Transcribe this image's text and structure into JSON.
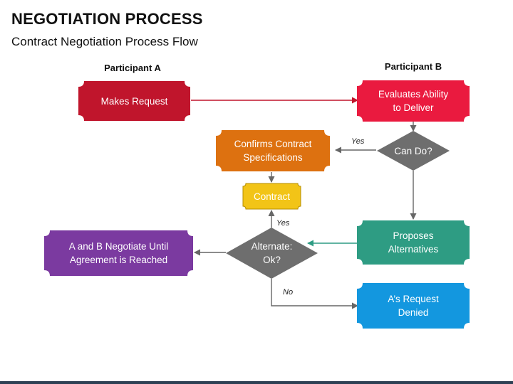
{
  "title": "NEGOTIATION PROCESS",
  "subtitle": "Contract Negotiation Process Flow",
  "columns": {
    "a": "Participant A",
    "b": "Participant B"
  },
  "nodes": {
    "makes_request": "Makes Request",
    "evaluates_line1": "Evaluates Ability",
    "evaluates_line2": "to Deliver",
    "can_do": "Can Do?",
    "confirms_line1": "Confirms Contract",
    "confirms_line2": "Specifications",
    "contract": "Contract",
    "proposes_line1": "Proposes",
    "proposes_line2": "Alternatives",
    "alternate_line1": "Alternate:",
    "alternate_line2": "Ok?",
    "negotiate_line1": "A and B Negotiate Until",
    "negotiate_line2": "Agreement is Reached",
    "denied_line1": "A’s Request",
    "denied_line2": "Denied"
  },
  "edge_labels": {
    "yes_can_do": "Yes",
    "yes_alternate": "Yes",
    "no_alternate": "No"
  },
  "colors": {
    "makes_request": "#c0152c",
    "evaluates": "#ea1a3f",
    "confirms": "#dd7110",
    "contract": "#f2c417",
    "proposes": "#2e9c83",
    "negotiate": "#7b3aa0",
    "denied": "#1397df",
    "decision": "#6e6e6e",
    "arrow_red": "#c0152c",
    "arrow_teal": "#2e9c83",
    "arrow_gray": "#666666"
  }
}
